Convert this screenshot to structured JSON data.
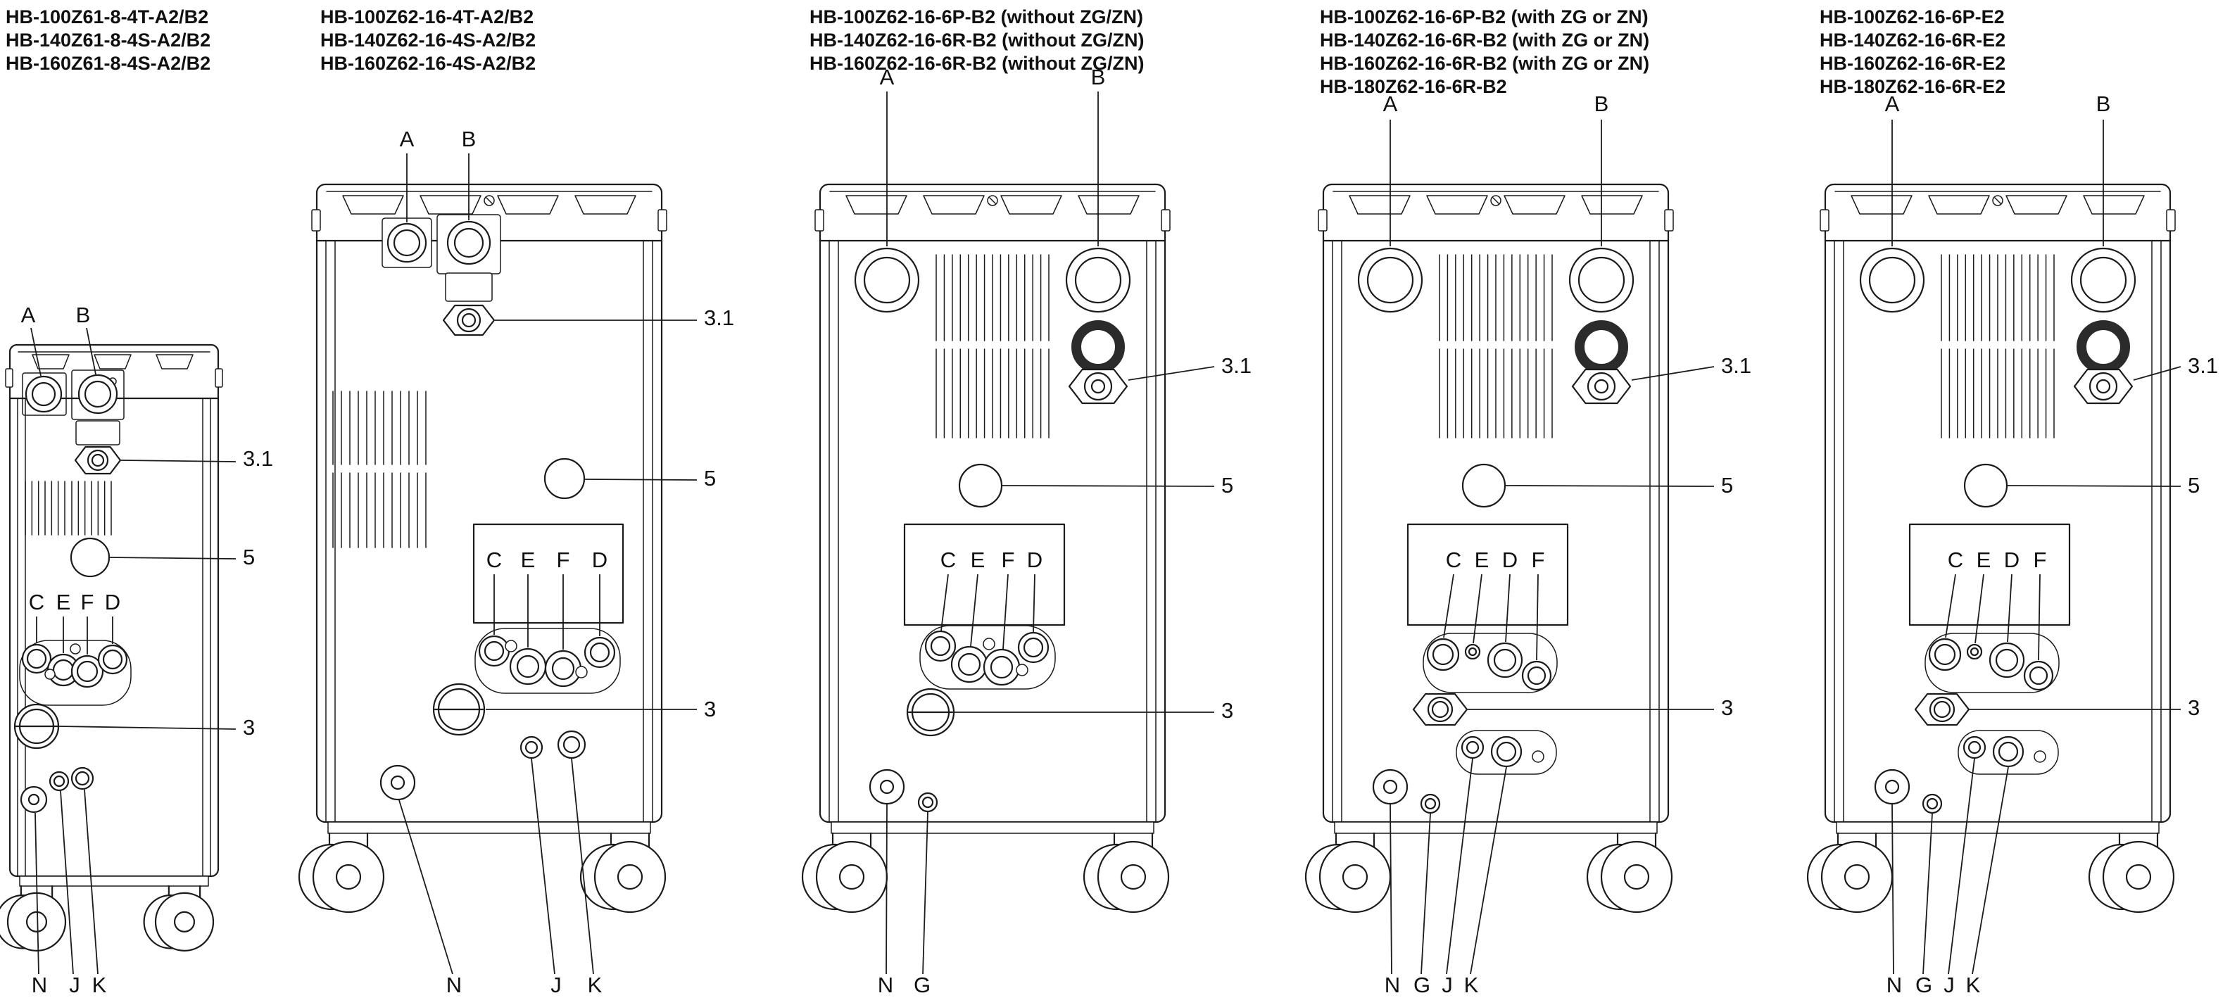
{
  "figure": {
    "background": "#ffffff",
    "line_color": "#1b1b1b"
  },
  "panels": [
    {
      "models": [
        "HB-100Z61-8-4T-A2/B2",
        "HB-140Z61-8-4S-A2/B2",
        "HB-160Z61-8-4S-A2/B2"
      ],
      "callouts": {
        "top": [
          "A",
          "B"
        ],
        "right": [
          "3.1",
          "5",
          "3"
        ],
        "letters": [
          "C",
          "E",
          "F",
          "D"
        ],
        "bottom": [
          "N",
          "J",
          "K"
        ]
      }
    },
    {
      "models": [
        "HB-100Z62-16-4T-A2/B2",
        "HB-140Z62-16-4S-A2/B2",
        "HB-160Z62-16-4S-A2/B2"
      ],
      "callouts": {
        "top": [
          "A",
          "B"
        ],
        "right": [
          "3.1",
          "5",
          "3"
        ],
        "letters": [
          "C",
          "E",
          "F",
          "D"
        ],
        "bottom": [
          "N",
          "J",
          "K"
        ]
      }
    },
    {
      "models": [
        "HB-100Z62-16-6P-B2 (without ZG/ZN)",
        "HB-140Z62-16-6R-B2 (without ZG/ZN)",
        "HB-160Z62-16-6R-B2 (without ZG/ZN)"
      ],
      "callouts": {
        "top": [
          "A",
          "B"
        ],
        "right": [
          "3.1",
          "5",
          "3"
        ],
        "letters": [
          "C",
          "E",
          "F",
          "D"
        ],
        "bottom": [
          "N",
          "G"
        ]
      }
    },
    {
      "models": [
        "HB-100Z62-16-6P-B2 (with ZG or ZN)",
        "HB-140Z62-16-6R-B2 (with ZG or ZN)",
        "HB-160Z62-16-6R-B2 (with ZG or ZN)",
        "HB-180Z62-16-6R-B2"
      ],
      "callouts": {
        "top": [
          "A",
          "B"
        ],
        "right": [
          "3.1",
          "5",
          "3"
        ],
        "letters": [
          "C",
          "E",
          "D",
          "F"
        ],
        "bottom": [
          "N",
          "G",
          "J",
          "K"
        ]
      }
    },
    {
      "models": [
        "HB-100Z62-16-6P-E2",
        "HB-140Z62-16-6R-E2",
        "HB-160Z62-16-6R-E2",
        "HB-180Z62-16-6R-E2"
      ],
      "callouts": {
        "top": [
          "A",
          "B"
        ],
        "right": [
          "3.1",
          "5",
          "3"
        ],
        "letters": [
          "C",
          "E",
          "D",
          "F"
        ],
        "bottom": [
          "N",
          "G",
          "J",
          "K"
        ]
      }
    }
  ]
}
